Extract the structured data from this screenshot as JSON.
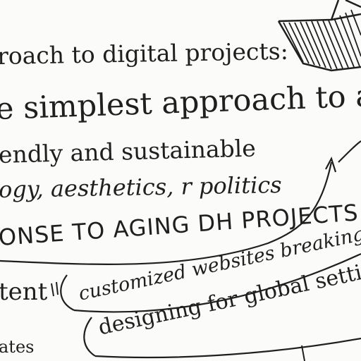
{
  "lines": {
    "approach_heading": "roach to digital projects:",
    "simplest": "e simplest approach to a",
    "sustainable": "endly and sustainable",
    "aesthetics": "ogy, aesthetics, r politics",
    "response": "ONSE TO AGING DH PROJECTS",
    "content": "tent",
    "customized": "customized websites breaking",
    "global": "designing for global setti",
    "states": "ates"
  },
  "colors": {
    "ink": "#1f1f1f",
    "paper": "#fbfbf9"
  },
  "icons": {
    "marker_doodle": "hatched-marker-icon"
  }
}
